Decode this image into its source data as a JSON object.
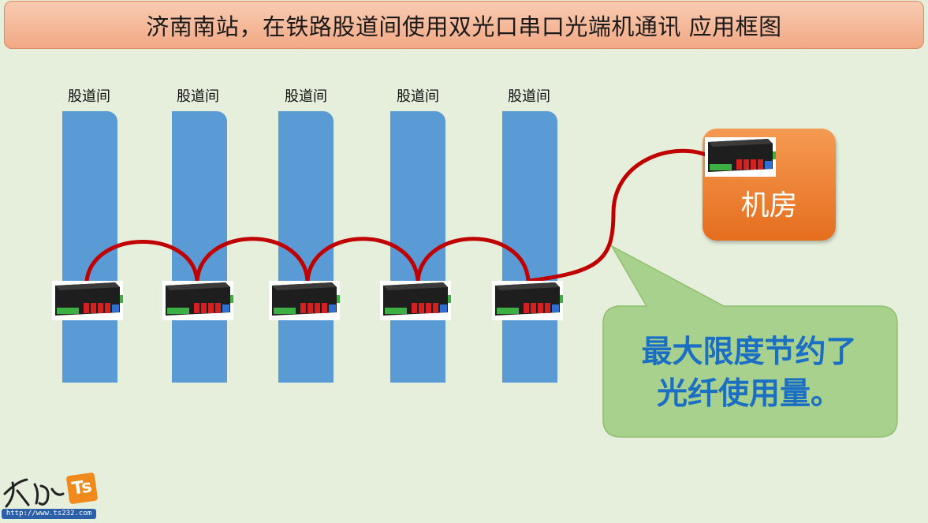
{
  "title": "济南南站，在铁路股道间使用双光口串口光端机通讯 应用框图",
  "tracks": [
    {
      "label": "股道间"
    },
    {
      "label": "股道间"
    },
    {
      "label": "股道间"
    },
    {
      "label": "股道间"
    },
    {
      "label": "股道间"
    }
  ],
  "machine_room": {
    "label": "机房"
  },
  "callout": {
    "line1": "最大限度节约了",
    "line2": "光纤使用量。"
  },
  "logo": {
    "url_text": "http://www.ts232.com",
    "badge_text": "Ts"
  },
  "colors": {
    "track": "#5b9bd5",
    "fiber": "#c00000",
    "machine_room": "#ed7d31",
    "callout_fill": "#a9d18e",
    "callout_text": "#1a6fc4"
  }
}
